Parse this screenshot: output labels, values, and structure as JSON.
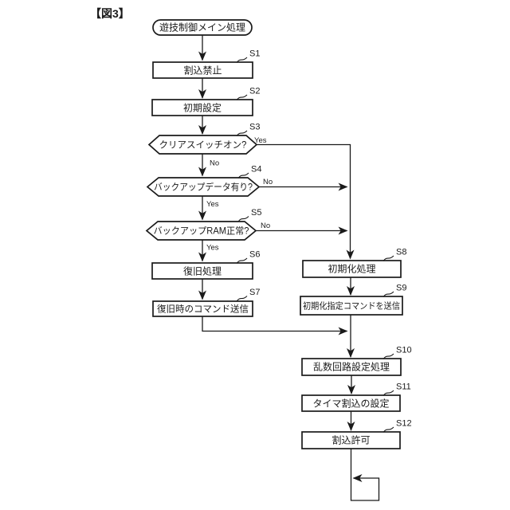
{
  "figure": {
    "label": "【図3】"
  },
  "terminal": {
    "start": "遊技制御メイン処理"
  },
  "steps": {
    "s1": {
      "num": "S1",
      "text": "割込禁止"
    },
    "s2": {
      "num": "S2",
      "text": "初期設定"
    },
    "s3": {
      "num": "S3",
      "text": "クリアスイッチオン?",
      "yes": "Yes",
      "no": "No"
    },
    "s4": {
      "num": "S4",
      "text": "バックアップデータ有り?",
      "yes": "Yes",
      "no": "No"
    },
    "s5": {
      "num": "S5",
      "text": "バックアップRAM正常?",
      "yes": "Yes",
      "no": "No"
    },
    "s6": {
      "num": "S6",
      "text": "復旧処理"
    },
    "s7": {
      "num": "S7",
      "text": "復旧時のコマンド送信"
    },
    "s8": {
      "num": "S8",
      "text": "初期化処理"
    },
    "s9": {
      "num": "S9",
      "text": "初期化指定コマンドを送信"
    },
    "s10": {
      "num": "S10",
      "text": "乱数回路設定処理"
    },
    "s11": {
      "num": "S11",
      "text": "タイマ割込の設定"
    },
    "s12": {
      "num": "S12",
      "text": "割込許可"
    }
  },
  "colors": {
    "line": "#1a1a1a",
    "background": "#ffffff"
  }
}
